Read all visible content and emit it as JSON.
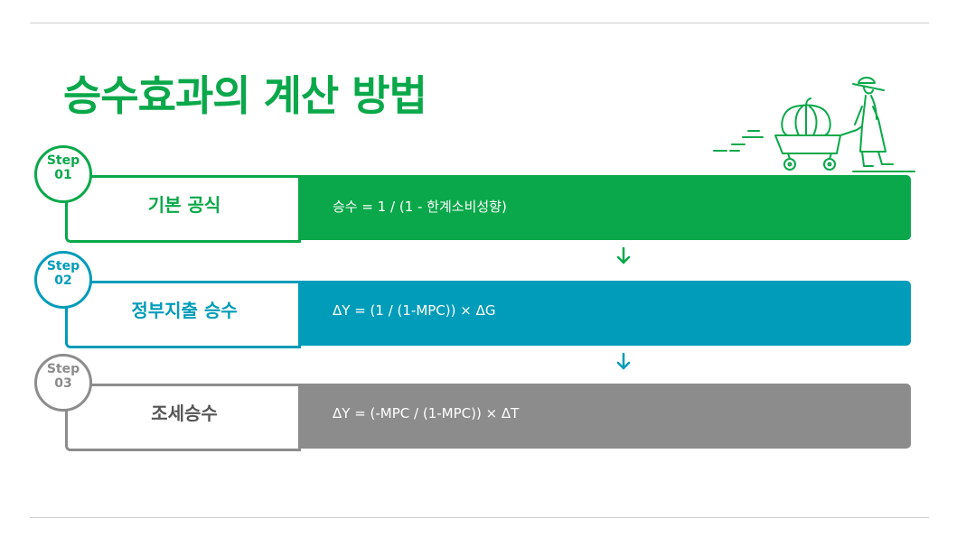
{
  "title": "승수효과의 계산 방법",
  "colors": {
    "green": "#0aa84a",
    "blue": "#009cb9",
    "gray": "#8c8c8c",
    "rule": "#cfcfcf"
  },
  "steps": [
    {
      "step_word": "Step",
      "number": "01",
      "label": "기본 공식",
      "formula": "승수 = 1 / (1 - 한계소비성향)"
    },
    {
      "step_word": "Step",
      "number": "02",
      "label": "정부지출 승수",
      "formula": "ΔY = (1 / (1-MPC)) × ΔG"
    },
    {
      "step_word": "Step",
      "number": "03",
      "label": "조세승수",
      "formula": "ΔY = (-MPC / (1-MPC)) × ΔT"
    }
  ],
  "icons": [
    "pumpkin-cart-farmer-illustration",
    "arrow-down-icon"
  ]
}
